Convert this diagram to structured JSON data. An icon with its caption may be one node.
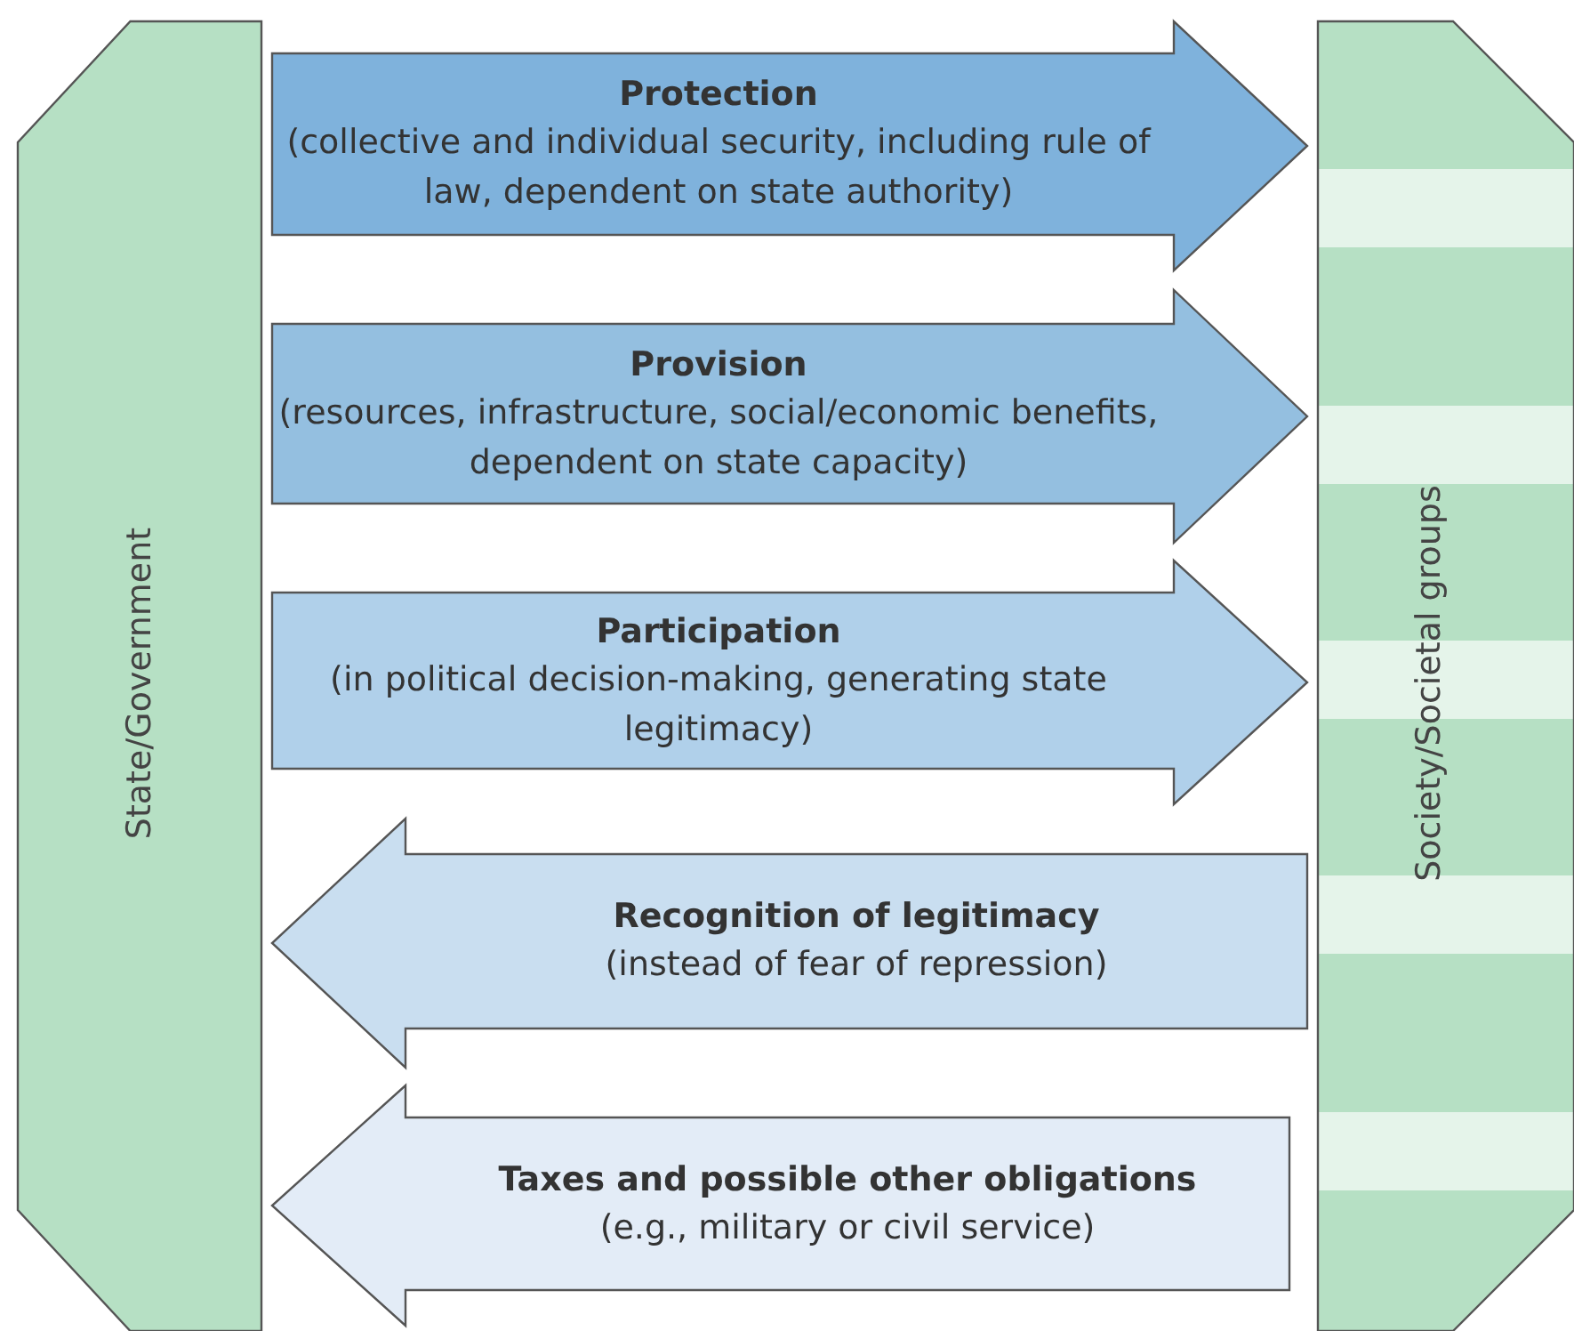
{
  "diagram": {
    "nodes": [
      {
        "text": [
          "State/Government"
        ]
      },
      {
        "text": [
          "Society/Societal groups"
        ]
      },
      {
        "text": [
          "Protection",
          "(collective and individual security, including rule of law, dependent on state authority)"
        ]
      },
      {
        "text": [
          "Provision",
          "(resources, infrastructure, social/economic benefits, dependent on state capacity)"
        ]
      },
      {
        "text": [
          "Participation",
          "(in political decision-making, generating state legitimacy)"
        ]
      },
      {
        "text": [
          "Recognition of legitimacy",
          "(instead of fear of repression)"
        ]
      },
      {
        "text": [
          "Taxes and possible other obligations",
          "(e.g., military or civil service)"
        ]
      }
    ]
  }
}
